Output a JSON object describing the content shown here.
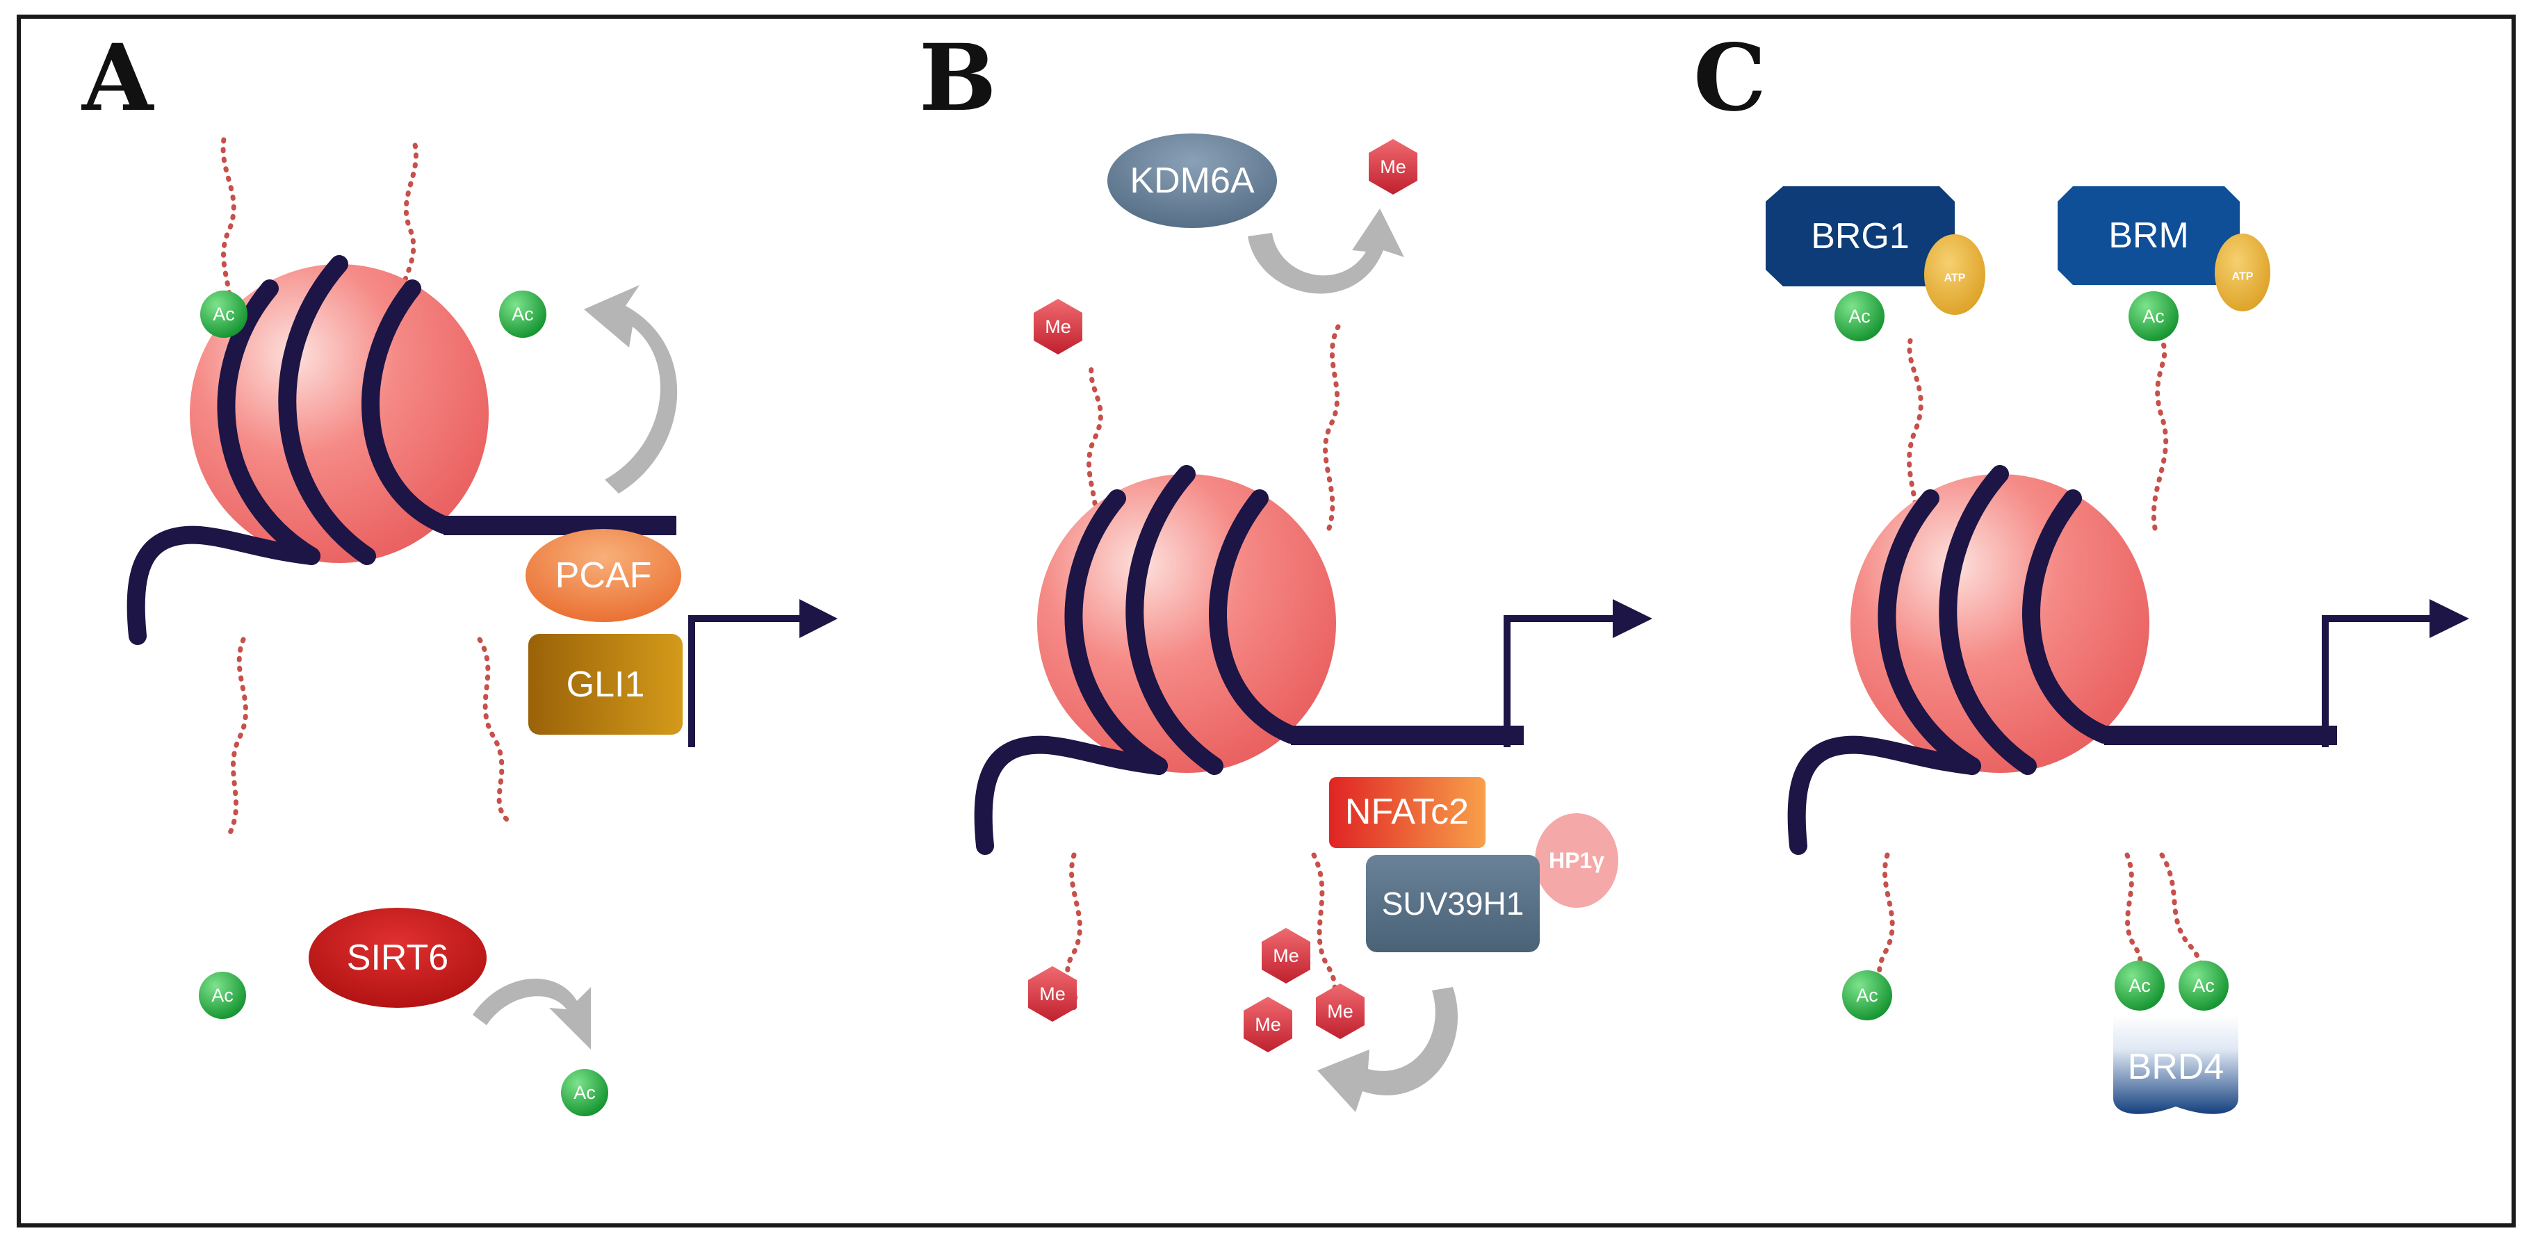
{
  "panels": [
    {
      "letter": "A",
      "labels": {
        "pcaf": "PCAF",
        "gli1": "GLI1",
        "sirt6": "SIRT6"
      },
      "marks": [
        "Ac",
        "Ac",
        "Ac",
        "Ac"
      ]
    },
    {
      "letter": "B",
      "labels": {
        "kdm6a": "KDM6A",
        "nfatc2": "NFATc2",
        "hp1g": "HP1γ",
        "suv39h1": "SUV39H1"
      },
      "marks": [
        "Me",
        "Me",
        "Me",
        "Me",
        "Me",
        "Me"
      ]
    },
    {
      "letter": "C",
      "labels": {
        "brg1": "BRG1",
        "brm": "BRM",
        "atp1": "ATP",
        "atp2": "ATP",
        "brd4": "BRD4"
      },
      "marks": [
        "Ac",
        "Ac",
        "Ac",
        "Ac",
        "Ac"
      ]
    }
  ],
  "colors": {
    "nucleosome": "#f07a7a",
    "dna": "#1c1545",
    "acetyl": "#22b04a",
    "methyl": "#d83a4a",
    "tail": "#c7504a",
    "pcaf": "#ee7a3e",
    "gli1": "#b07a10",
    "sirt6": "#c41616",
    "kdm6a": "#5f7890",
    "nfatc2": "#e8402a",
    "hp1g": "#f2a0a0",
    "suv39h1": "#5c7488",
    "brg1": "#0d3c78",
    "brm": "#0f4f98",
    "atp": "#e9b536",
    "brd4": "#1b4c8c"
  }
}
